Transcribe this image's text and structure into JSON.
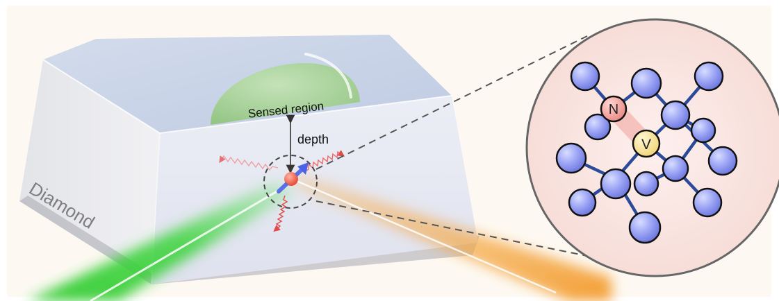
{
  "labels": {
    "sensed_region": "Sensed region",
    "depth": "depth",
    "diamond": "Diamond",
    "nitrogen": "N",
    "vacancy": "V"
  },
  "colors": {
    "background": "#fdf9f2",
    "diamond_top": "#c9d3e6",
    "diamond_front": "#e4e6f1",
    "diamond_side": "#e9eaee",
    "sensed_region": "#9ccf8a",
    "green_laser": "#38d338",
    "orange_beam": "#f5a23c",
    "nv_center": "#f0705a",
    "spin_arrow": "#4a63e6",
    "carbon_atom": "#9aa3f4",
    "bond": "#2b4a9a",
    "nitrogen_atom": "#f2a2a0",
    "vacancy_site": "#f8e59a",
    "inset_fill": "#fbe9e6"
  },
  "icons": [
    "nitrogen-atom-icon",
    "vacancy-site-icon",
    "carbon-atom-icon",
    "spin-arrow-icon"
  ]
}
